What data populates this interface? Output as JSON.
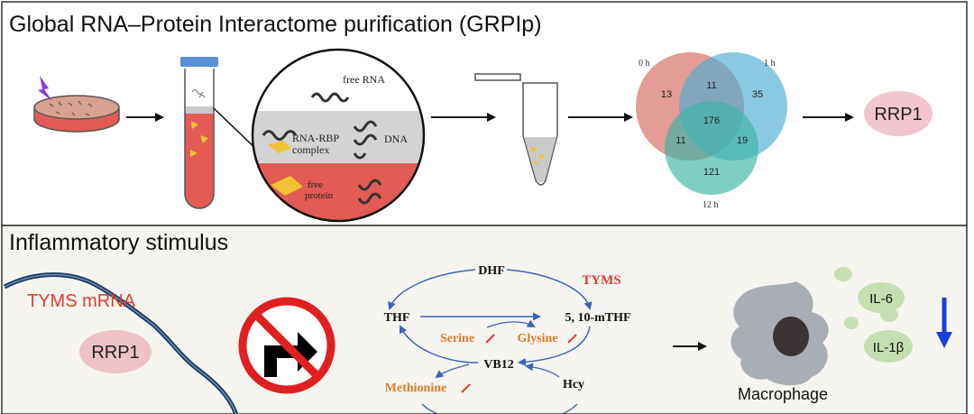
{
  "panel_top": {
    "title": "Global RNA–Protein Interactome purification (GRPIp)",
    "magnifier": {
      "free_rna": "free RNA",
      "rna_rbp_line1": "RNA-RBP",
      "rna_rbp_line2": "complex",
      "dna": "DNA",
      "free_protein_line1": "free",
      "free_protein_line2": "protein"
    },
    "venn": {
      "labels": [
        "0 h",
        "1 h",
        "12 h"
      ],
      "values": {
        "only_0h": "13",
        "only_1h": "35",
        "only_12h": "121",
        "h0_h1": "11",
        "h0_h12": "11",
        "h1_h12": "19",
        "all": "176"
      },
      "colors": [
        "#d9776e",
        "#4eaed0",
        "#3db5a6"
      ]
    },
    "result_label": "RRP1"
  },
  "panel_bottom": {
    "title": "Inflammatory stimulus",
    "mrna_label": "TYMS mRNA",
    "protein_label": "RRP1",
    "pathway": {
      "dhf": "DHF",
      "tyms": "TYMS",
      "thf": "THF",
      "mthf": "5, 10-mTHF",
      "serine": "Serine",
      "glysine": "Glysine",
      "vb12": "VB12",
      "methionine": "Methionine",
      "hcy": "Hcy"
    },
    "cell_label": "Macrophage",
    "cytokines": [
      "IL-6",
      "IL-1β"
    ]
  },
  "colors": {
    "accent_red": "#e23b2e",
    "orange": "#e07b2a",
    "blue_arrow": "#1a3fd6",
    "pathway_blue": "#3b63b5",
    "bottom_bg": "#f6f4ef"
  }
}
